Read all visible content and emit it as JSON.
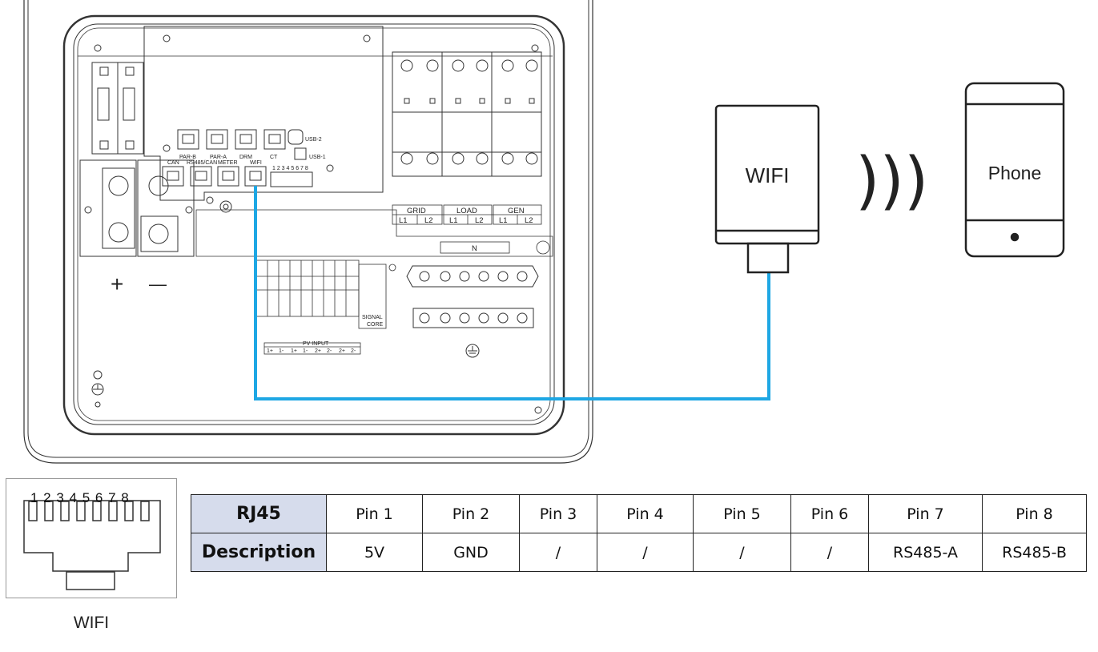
{
  "inverter": {
    "ports_top": [
      "PAR-B",
      "PAR-A",
      "DRM",
      "CT"
    ],
    "ports_bottom": [
      "CAN",
      "RS485/CAN",
      "METER",
      "WIFI"
    ],
    "usb": [
      "USB-2",
      "USB-1"
    ],
    "terminal_numbers": "1 2 3 4 5 6 7 8",
    "breaker_groups": [
      "GRID",
      "LOAD",
      "GEN"
    ],
    "breaker_phases": [
      "L1",
      "L2"
    ],
    "neutral_label": "N",
    "signal_label": "SIGNAL",
    "core_label": "CORE",
    "pv_input_label": "PV INPUT",
    "pv_terminals": [
      "1+",
      "1-",
      "1+",
      "1-",
      "2+",
      "2-",
      "2+",
      "2-"
    ],
    "battery_plus": "+",
    "battery_minus": "—"
  },
  "wifi_module": {
    "label": "WIFI"
  },
  "wireless_symbol": ")))",
  "phone": {
    "label": "Phone"
  },
  "connector": {
    "pin_numbers": "1 2 3 4 5 6 7 8",
    "label": "WIFI"
  },
  "pin_table": {
    "rows": [
      [
        "RJ45",
        "Pin 1",
        "Pin 2",
        "Pin 3",
        "Pin 4",
        "Pin 5",
        "Pin 6",
        "Pin 7",
        "Pin 8"
      ],
      [
        "Description",
        "5V",
        "GND",
        "/",
        "/",
        "/",
        "/",
        "RS485-A",
        "RS485-B"
      ]
    ]
  },
  "colors": {
    "cable": "#1ea7e4",
    "outline": "#222222",
    "table_header": "#d6dcec"
  }
}
